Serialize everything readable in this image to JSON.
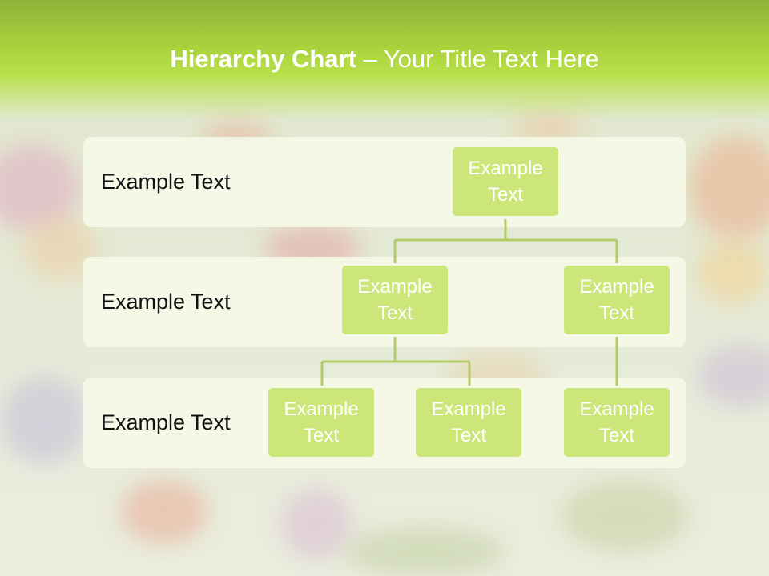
{
  "title": {
    "bold": "Hierarchy Chart",
    "rest": " – Your Title Text Here"
  },
  "levels": [
    {
      "label": "Example Text"
    },
    {
      "label": "Example Text"
    },
    {
      "label": "Example Text"
    }
  ],
  "nodes": {
    "root": "Example Text",
    "level2_left": "Example Text",
    "level2_right": "Example Text",
    "level3_left_a": "Example Text",
    "level3_left_b": "Example Text",
    "level3_right": "Example Text"
  },
  "colors": {
    "title_bar": "#a7cf3c",
    "node_fill": "#cde67a",
    "connector": "#b4cc68",
    "band_fill": "#f6fae8"
  }
}
